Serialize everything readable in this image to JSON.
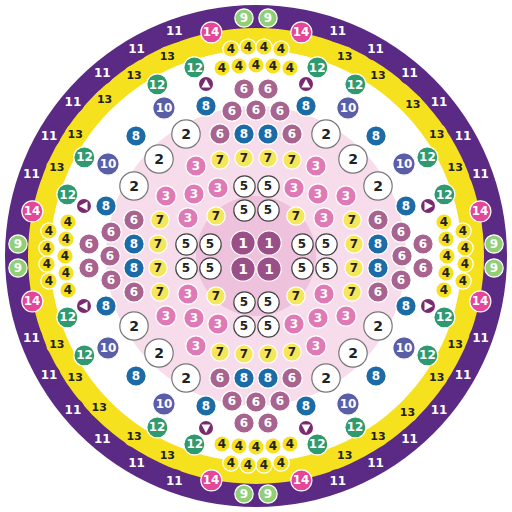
{
  "diagram": {
    "nodes": [
      {
        "text": [
          "1"
        ]
      },
      {
        "text": [
          "5"
        ]
      },
      {
        "text": [
          "5"
        ]
      },
      {
        "text": [
          "5"
        ]
      },
      {
        "text": [
          "5"
        ]
      },
      {
        "text": [
          "7"
        ]
      },
      {
        "text": [
          "7"
        ]
      },
      {
        "text": [
          "7"
        ]
      },
      {
        "text": [
          "7"
        ]
      },
      {
        "text": [
          "7"
        ]
      },
      {
        "text": [
          "3"
        ]
      },
      {
        "text": [
          "3"
        ]
      },
      {
        "text": [
          "3"
        ]
      },
      {
        "text": [
          "3"
        ]
      },
      {
        "text": [
          "3"
        ]
      },
      {
        "text": [
          "8"
        ]
      },
      {
        "text": [
          "8"
        ]
      },
      {
        "text": [
          "6"
        ]
      },
      {
        "text": [
          "6"
        ]
      },
      {
        "text": [
          "6"
        ]
      },
      {
        "text": [
          "6"
        ]
      },
      {
        "text": [
          "6"
        ]
      },
      {
        "text": [
          "6"
        ]
      },
      {
        "text": [
          "6"
        ]
      },
      {
        "text": [
          "2"
        ]
      },
      {
        "text": [
          "2"
        ]
      },
      {
        "text": [
          "2"
        ]
      },
      {
        "text": [
          "8"
        ]
      },
      {
        "text": [
          "8"
        ]
      },
      {
        "text": [
          "8"
        ]
      },
      {
        "text": [
          "10"
        ]
      },
      {
        "text": [
          "10"
        ]
      },
      {
        "text": [
          "4"
        ]
      },
      {
        "text": [
          "4"
        ]
      },
      {
        "text": [
          "4"
        ]
      },
      {
        "text": [
          "4"
        ]
      },
      {
        "text": [
          "4"
        ]
      },
      {
        "text": [
          "4"
        ]
      },
      {
        "text": [
          "4"
        ]
      },
      {
        "text": [
          "4"
        ]
      },
      {
        "text": [
          "4"
        ]
      },
      {
        "text": [
          "12"
        ]
      },
      {
        "text": [
          "12"
        ]
      },
      {
        "text": [
          "12"
        ]
      },
      {
        "text": [
          "12"
        ]
      },
      {
        "text": [
          "13"
        ]
      },
      {
        "text": [
          "13"
        ]
      },
      {
        "text": [
          "13"
        ]
      },
      {
        "text": [
          "13"
        ]
      },
      {
        "text": [
          "13"
        ]
      },
      {
        "text": [
          "11"
        ]
      },
      {
        "text": [
          "11"
        ]
      },
      {
        "text": [
          "11"
        ]
      },
      {
        "text": [
          "11"
        ]
      },
      {
        "text": [
          "11"
        ]
      },
      {
        "text": [
          "11"
        ]
      },
      {
        "text": [
          "14"
        ]
      },
      {
        "text": [
          "14"
        ]
      },
      {
        "text": [
          "9"
        ]
      },
      {
        "text": [
          "9"
        ]
      },
      {
        "text": [
          "1"
        ]
      },
      {
        "text": [
          "5"
        ]
      },
      {
        "text": [
          "5"
        ]
      },
      {
        "text": [
          "5"
        ]
      },
      {
        "text": [
          "5"
        ]
      },
      {
        "text": [
          "7"
        ]
      },
      {
        "text": [
          "7"
        ]
      },
      {
        "text": [
          "7"
        ]
      },
      {
        "text": [
          "7"
        ]
      },
      {
        "text": [
          "7"
        ]
      },
      {
        "text": [
          "3"
        ]
      },
      {
        "text": [
          "3"
        ]
      },
      {
        "text": [
          "3"
        ]
      },
      {
        "text": [
          "3"
        ]
      },
      {
        "text": [
          "3"
        ]
      },
      {
        "text": [
          "8"
        ]
      },
      {
        "text": [
          "8"
        ]
      },
      {
        "text": [
          "6"
        ]
      },
      {
        "text": [
          "6"
        ]
      },
      {
        "text": [
          "6"
        ]
      },
      {
        "text": [
          "6"
        ]
      },
      {
        "text": [
          "6"
        ]
      },
      {
        "text": [
          "6"
        ]
      },
      {
        "text": [
          "6"
        ]
      },
      {
        "text": [
          "2"
        ]
      },
      {
        "text": [
          "2"
        ]
      },
      {
        "text": [
          "2"
        ]
      },
      {
        "text": [
          "8"
        ]
      },
      {
        "text": [
          "8"
        ]
      },
      {
        "text": [
          "8"
        ]
      },
      {
        "text": [
          "10"
        ]
      },
      {
        "text": [
          "10"
        ]
      },
      {
        "text": [
          "4"
        ]
      },
      {
        "text": [
          "4"
        ]
      },
      {
        "text": [
          "4"
        ]
      },
      {
        "text": [
          "4"
        ]
      },
      {
        "text": [
          "4"
        ]
      },
      {
        "text": [
          "4"
        ]
      },
      {
        "text": [
          "4"
        ]
      },
      {
        "text": [
          "4"
        ]
      },
      {
        "text": [
          "4"
        ]
      },
      {
        "text": [
          "12"
        ]
      },
      {
        "text": [
          "12"
        ]
      },
      {
        "text": [
          "12"
        ]
      },
      {
        "text": [
          "12"
        ]
      },
      {
        "text": [
          "13"
        ]
      },
      {
        "text": [
          "13"
        ]
      },
      {
        "text": [
          "13"
        ]
      },
      {
        "text": [
          "13"
        ]
      },
      {
        "text": [
          "13"
        ]
      },
      {
        "text": [
          "11"
        ]
      },
      {
        "text": [
          "11"
        ]
      },
      {
        "text": [
          "11"
        ]
      },
      {
        "text": [
          "11"
        ]
      },
      {
        "text": [
          "11"
        ]
      },
      {
        "text": [
          "11"
        ]
      },
      {
        "text": [
          "14"
        ]
      },
      {
        "text": [
          "14"
        ]
      },
      {
        "text": [
          "9"
        ]
      },
      {
        "text": [
          "9"
        ]
      },
      {
        "text": [
          "1"
        ]
      },
      {
        "text": [
          "5"
        ]
      },
      {
        "text": [
          "5"
        ]
      },
      {
        "text": [
          "5"
        ]
      },
      {
        "text": [
          "5"
        ]
      },
      {
        "text": [
          "7"
        ]
      },
      {
        "text": [
          "7"
        ]
      },
      {
        "text": [
          "7"
        ]
      },
      {
        "text": [
          "7"
        ]
      },
      {
        "text": [
          "7"
        ]
      },
      {
        "text": [
          "3"
        ]
      },
      {
        "text": [
          "3"
        ]
      },
      {
        "text": [
          "3"
        ]
      },
      {
        "text": [
          "3"
        ]
      },
      {
        "text": [
          "3"
        ]
      },
      {
        "text": [
          "8"
        ]
      },
      {
        "text": [
          "8"
        ]
      },
      {
        "text": [
          "6"
        ]
      },
      {
        "text": [
          "6"
        ]
      },
      {
        "text": [
          "6"
        ]
      },
      {
        "text": [
          "6"
        ]
      },
      {
        "text": [
          "6"
        ]
      },
      {
        "text": [
          "6"
        ]
      },
      {
        "text": [
          "6"
        ]
      },
      {
        "text": [
          "2"
        ]
      },
      {
        "text": [
          "2"
        ]
      },
      {
        "text": [
          "2"
        ]
      },
      {
        "text": [
          "8"
        ]
      },
      {
        "text": [
          "8"
        ]
      },
      {
        "text": [
          "8"
        ]
      },
      {
        "text": [
          "10"
        ]
      },
      {
        "text": [
          "10"
        ]
      },
      {
        "text": [
          "4"
        ]
      },
      {
        "text": [
          "4"
        ]
      },
      {
        "text": [
          "4"
        ]
      },
      {
        "text": [
          "4"
        ]
      },
      {
        "text": [
          "4"
        ]
      },
      {
        "text": [
          "4"
        ]
      },
      {
        "text": [
          "4"
        ]
      },
      {
        "text": [
          "4"
        ]
      },
      {
        "text": [
          "4"
        ]
      },
      {
        "text": [
          "12"
        ]
      },
      {
        "text": [
          "12"
        ]
      },
      {
        "text": [
          "12"
        ]
      },
      {
        "text": [
          "12"
        ]
      },
      {
        "text": [
          "13"
        ]
      },
      {
        "text": [
          "13"
        ]
      },
      {
        "text": [
          "13"
        ]
      },
      {
        "text": [
          "13"
        ]
      },
      {
        "text": [
          "13"
        ]
      },
      {
        "text": [
          "11"
        ]
      },
      {
        "text": [
          "11"
        ]
      },
      {
        "text": [
          "11"
        ]
      },
      {
        "text": [
          "11"
        ]
      },
      {
        "text": [
          "11"
        ]
      },
      {
        "text": [
          "11"
        ]
      },
      {
        "text": [
          "14"
        ]
      },
      {
        "text": [
          "14"
        ]
      },
      {
        "text": [
          "9"
        ]
      },
      {
        "text": [
          "9"
        ]
      },
      {
        "text": [
          "1"
        ]
      },
      {
        "text": [
          "5"
        ]
      },
      {
        "text": [
          "5"
        ]
      },
      {
        "text": [
          "5"
        ]
      },
      {
        "text": [
          "5"
        ]
      },
      {
        "text": [
          "7"
        ]
      },
      {
        "text": [
          "7"
        ]
      },
      {
        "text": [
          "7"
        ]
      },
      {
        "text": [
          "7"
        ]
      },
      {
        "text": [
          "7"
        ]
      },
      {
        "text": [
          "3"
        ]
      },
      {
        "text": [
          "3"
        ]
      },
      {
        "text": [
          "3"
        ]
      },
      {
        "text": [
          "3"
        ]
      },
      {
        "text": [
          "3"
        ]
      },
      {
        "text": [
          "8"
        ]
      },
      {
        "text": [
          "8"
        ]
      },
      {
        "text": [
          "6"
        ]
      },
      {
        "text": [
          "6"
        ]
      },
      {
        "text": [
          "6"
        ]
      },
      {
        "text": [
          "6"
        ]
      },
      {
        "text": [
          "6"
        ]
      },
      {
        "text": [
          "6"
        ]
      },
      {
        "text": [
          "6"
        ]
      },
      {
        "text": [
          "2"
        ]
      },
      {
        "text": [
          "2"
        ]
      },
      {
        "text": [
          "2"
        ]
      },
      {
        "text": [
          "8"
        ]
      },
      {
        "text": [
          "8"
        ]
      },
      {
        "text": [
          "8"
        ]
      },
      {
        "text": [
          "10"
        ]
      },
      {
        "text": [
          "10"
        ]
      },
      {
        "text": [
          "4"
        ]
      },
      {
        "text": [
          "4"
        ]
      },
      {
        "text": [
          "4"
        ]
      },
      {
        "text": [
          "4"
        ]
      },
      {
        "text": [
          "4"
        ]
      },
      {
        "text": [
          "4"
        ]
      },
      {
        "text": [
          "4"
        ]
      },
      {
        "text": [
          "4"
        ]
      },
      {
        "text": [
          "4"
        ]
      },
      {
        "text": [
          "12"
        ]
      },
      {
        "text": [
          "12"
        ]
      },
      {
        "text": [
          "12"
        ]
      },
      {
        "text": [
          "12"
        ]
      },
      {
        "text": [
          "13"
        ]
      },
      {
        "text": [
          "13"
        ]
      },
      {
        "text": [
          "13"
        ]
      },
      {
        "text": [
          "13"
        ]
      },
      {
        "text": [
          "13"
        ]
      },
      {
        "text": [
          "11"
        ]
      },
      {
        "text": [
          "11"
        ]
      },
      {
        "text": [
          "11"
        ]
      },
      {
        "text": [
          "11"
        ]
      },
      {
        "text": [
          "11"
        ]
      },
      {
        "text": [
          "11"
        ]
      },
      {
        "text": [
          "14"
        ]
      },
      {
        "text": [
          "14"
        ]
      },
      {
        "text": [
          "9"
        ]
      },
      {
        "text": [
          "9"
        ]
      }
    ]
  }
}
